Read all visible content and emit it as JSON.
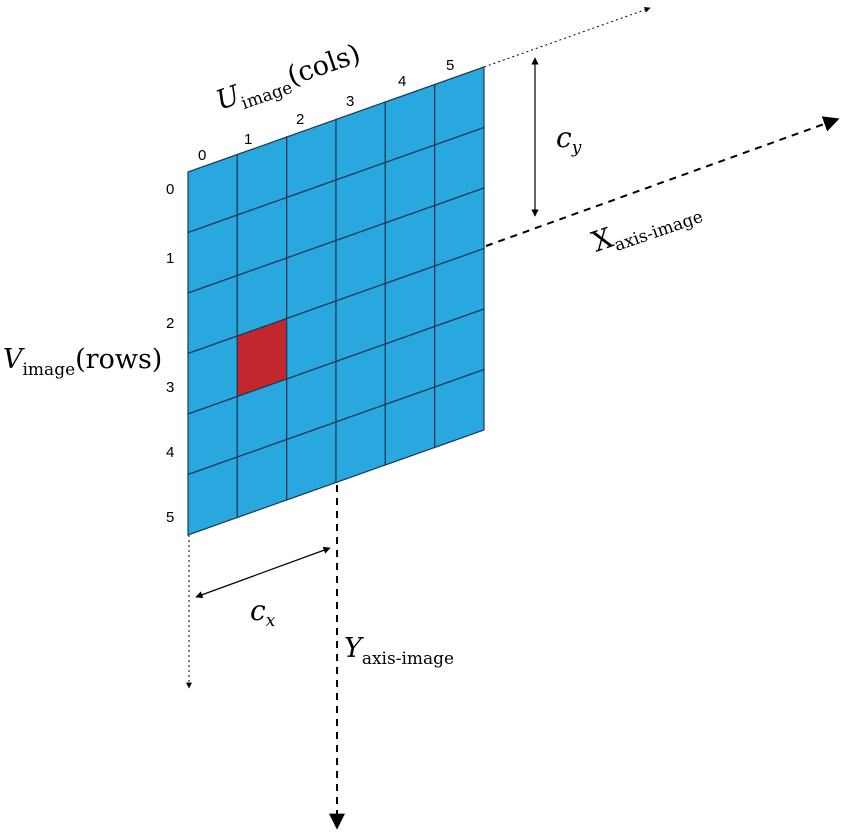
{
  "grid": {
    "rows": 6,
    "cols": 6,
    "cell_color": "#29A8E0",
    "line_color": "#1f3a52",
    "highlight_color": "#C1272D",
    "highlight_cell": {
      "row": 3,
      "col": 1
    }
  },
  "labels": {
    "col_ticks": [
      "0",
      "1",
      "2",
      "3",
      "4",
      "5"
    ],
    "row_ticks": [
      "0",
      "1",
      "2",
      "3",
      "4",
      "5"
    ],
    "u_axis": {
      "main": "U",
      "sub": "image",
      "suffix": "(cols)"
    },
    "v_axis": {
      "main": "V",
      "sub": "image",
      "suffix": "(rows)"
    },
    "x_axis": {
      "main": "X",
      "sub": "axis-image"
    },
    "y_axis": {
      "main": "Y",
      "sub": "axis-image"
    },
    "cx": {
      "main": "c",
      "sub": "x"
    },
    "cy": {
      "main": "c",
      "sub": "y"
    }
  }
}
